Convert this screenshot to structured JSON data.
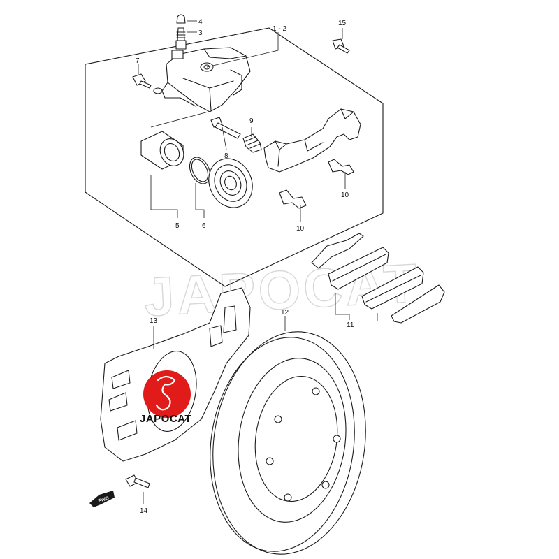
{
  "watermark": {
    "text": "JAPOCAT"
  },
  "logo": {
    "text": "JAPOCAT",
    "color": "#e11a1a"
  },
  "direction_marker": {
    "text": "FWD"
  },
  "callouts": {
    "c1_2": "1 - 2",
    "c3": "3",
    "c4": "4",
    "c5": "5",
    "c6": "6",
    "c7": "7",
    "c8": "8",
    "c9": "9",
    "c10a": "10",
    "c10b": "10",
    "c11": "11",
    "c12": "12",
    "c13": "13",
    "c14": "14",
    "c15": "15"
  }
}
